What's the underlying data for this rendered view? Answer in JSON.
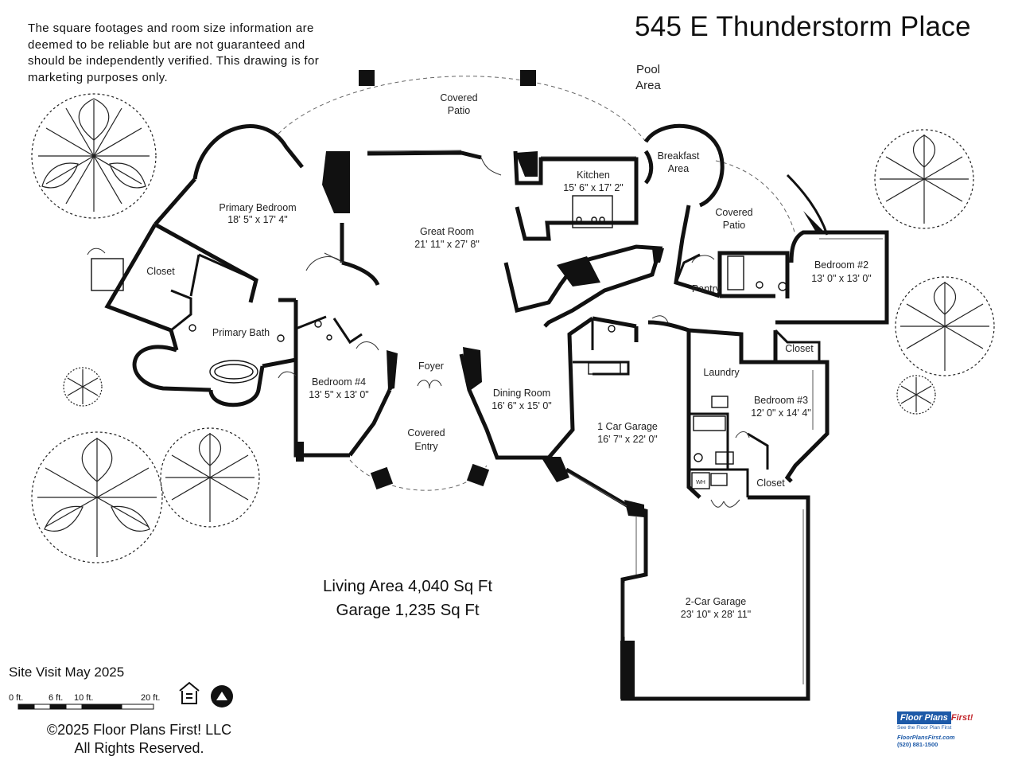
{
  "disclaimer": "The square footages and room size information are deemed to be reliable but are not guaranteed and should be independently verified. This drawing is for marketing purposes only.",
  "title": "545 E Thunderstorm Place",
  "areas": {
    "pool": [
      "Pool",
      "Area"
    ],
    "covered_patio": [
      "Covered",
      "Patio"
    ],
    "covered_patio_2": [
      "Covered",
      "Patio"
    ],
    "covered_entry": [
      "Covered",
      "Entry"
    ],
    "breakfast": [
      "Breakfast",
      "Area"
    ]
  },
  "rooms": {
    "primary_bedroom": {
      "name": "Primary Bedroom",
      "size": "18' 5\" x 17' 4\""
    },
    "great_room": {
      "name": "Great Room",
      "size": "21' 11\" x 27' 8\""
    },
    "kitchen": {
      "name": "Kitchen",
      "size": "15' 6\" x 17' 2\""
    },
    "bedroom2": {
      "name": "Bedroom #2",
      "size": "13' 0\" x 13' 0\""
    },
    "bedroom4": {
      "name": "Bedroom #4",
      "size": "13' 5\" x 13' 0\""
    },
    "dining": {
      "name": "Dining Room",
      "size": "16' 6\" x 15' 0\""
    },
    "garage1": {
      "name": "1 Car Garage",
      "size": "16' 7\" x 22' 0\""
    },
    "bedroom3": {
      "name": "Bedroom #3",
      "size": "12' 0\" x 14' 4\""
    },
    "garage2": {
      "name": "2-Car Garage",
      "size": "23' 10\" x 28' 11\""
    }
  },
  "labels": {
    "closet_primary": "Closet",
    "primary_bath": "Primary Bath",
    "pantry": "Pantry",
    "closet_b2": "Closet",
    "laundry": "Laundry",
    "closet_b3": "Closet",
    "foyer": "Foyer",
    "wh": "WH"
  },
  "totals": {
    "living": "Living Area 4,040 Sq Ft",
    "garage": "Garage 1,235 Sq Ft"
  },
  "site_visit": "Site Visit May 2025",
  "scale": {
    "t0": "0 ft.",
    "t6": "6 ft.",
    "t10": "10 ft.",
    "t20": "20 ft."
  },
  "copyright": [
    "©2025 Floor Plans First! LLC",
    "All Rights Reserved."
  ],
  "logo": {
    "brand_a": "Floor Plans",
    "brand_b": "First!",
    "tagline": "See the Floor Plan First",
    "website": "FloorPlansFirst.com",
    "phone": "(520) 881-1500"
  },
  "colors": {
    "wall": "#111111",
    "brand_blue": "#1d5aa8",
    "brand_red": "#c2262b"
  }
}
